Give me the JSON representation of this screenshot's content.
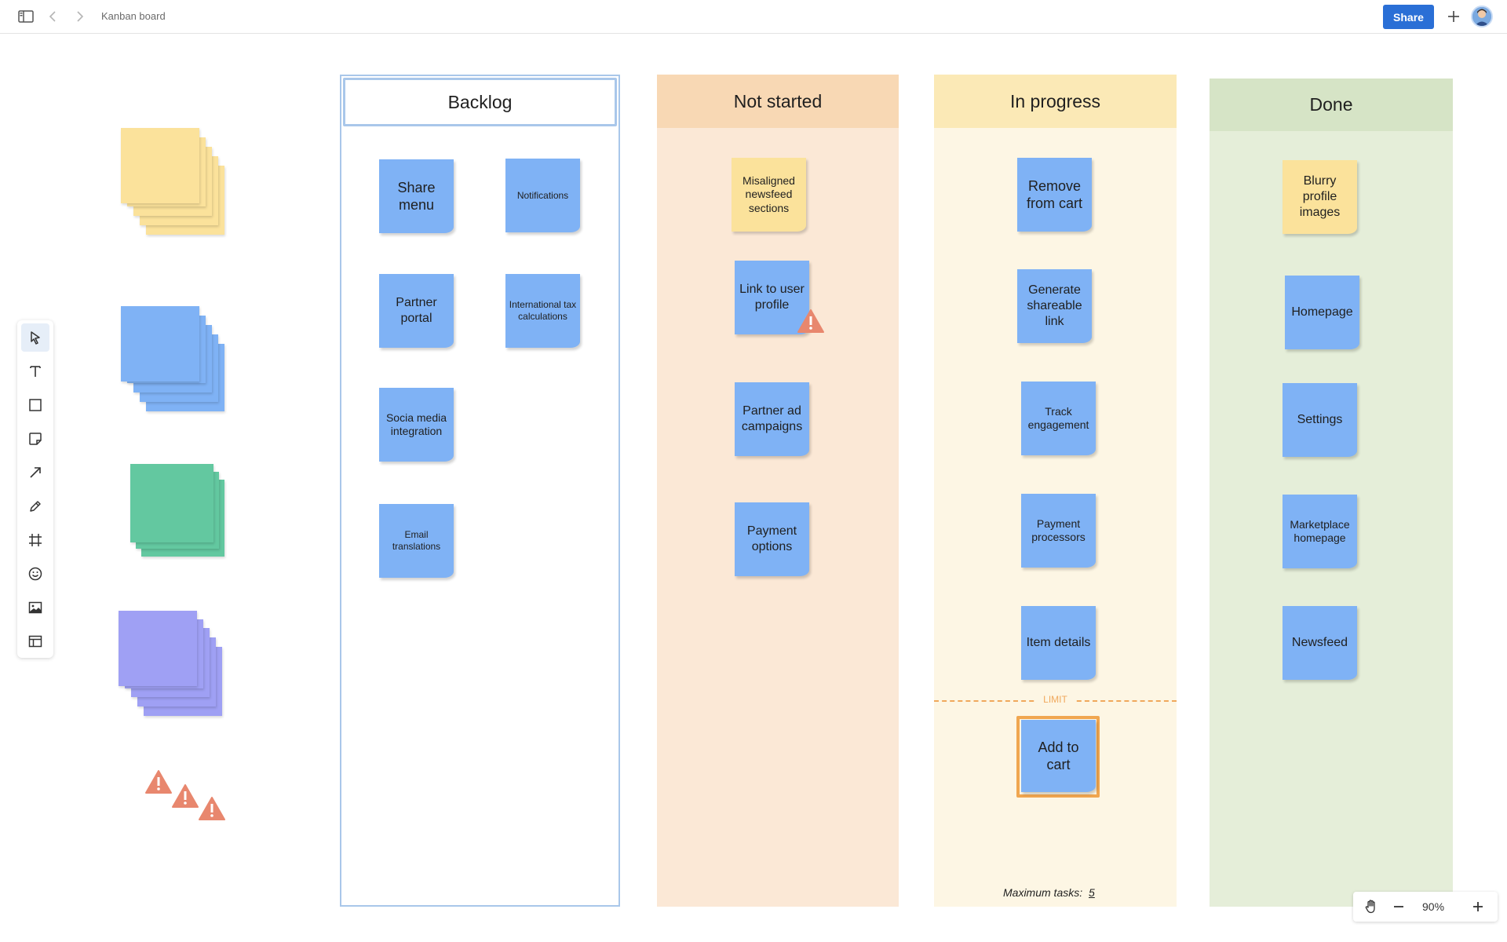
{
  "header": {
    "title": "Kanban board",
    "share_label": "Share"
  },
  "toolbar": {
    "tools": [
      "select",
      "text",
      "shape",
      "sticky-note",
      "connector",
      "pen",
      "frame",
      "emoji",
      "image",
      "template"
    ]
  },
  "columns": {
    "backlog": {
      "title": "Backlog",
      "cards": [
        "Share menu",
        "Notifications",
        "Partner portal",
        "International tax calculations",
        "Socia media integration",
        "Email translations"
      ]
    },
    "not_started": {
      "title": "Not started",
      "cards": [
        "Misaligned newsfeed sections",
        "Link to user profile",
        "Partner ad campaigns",
        "Payment options"
      ]
    },
    "in_progress": {
      "title": "In progress",
      "cards": [
        "Remove from cart",
        "Generate shareable link",
        "Track engagement",
        "Payment processors",
        "Item details",
        "Add to cart"
      ],
      "limit_label": "LIMIT",
      "max_tasks_label": "Maximum tasks:",
      "max_tasks_value": "5"
    },
    "done": {
      "title": "Done",
      "cards": [
        "Blurry profile images",
        "Homepage",
        "Settings",
        "Marketplace homepage",
        "Newsfeed"
      ]
    }
  },
  "zoom": {
    "level": "90%"
  },
  "colors": {
    "blue_note": "#7fb2f5",
    "yellow_note": "#fbe29b",
    "green_note": "#63c8a0",
    "purple_note": "#9fa0f4",
    "warning": "#e8876e",
    "not_started_bg": "#fbe8d6",
    "in_progress_bg": "#fdf6e4",
    "done_bg": "#e5eed9",
    "accent": "#2a6fd6"
  }
}
